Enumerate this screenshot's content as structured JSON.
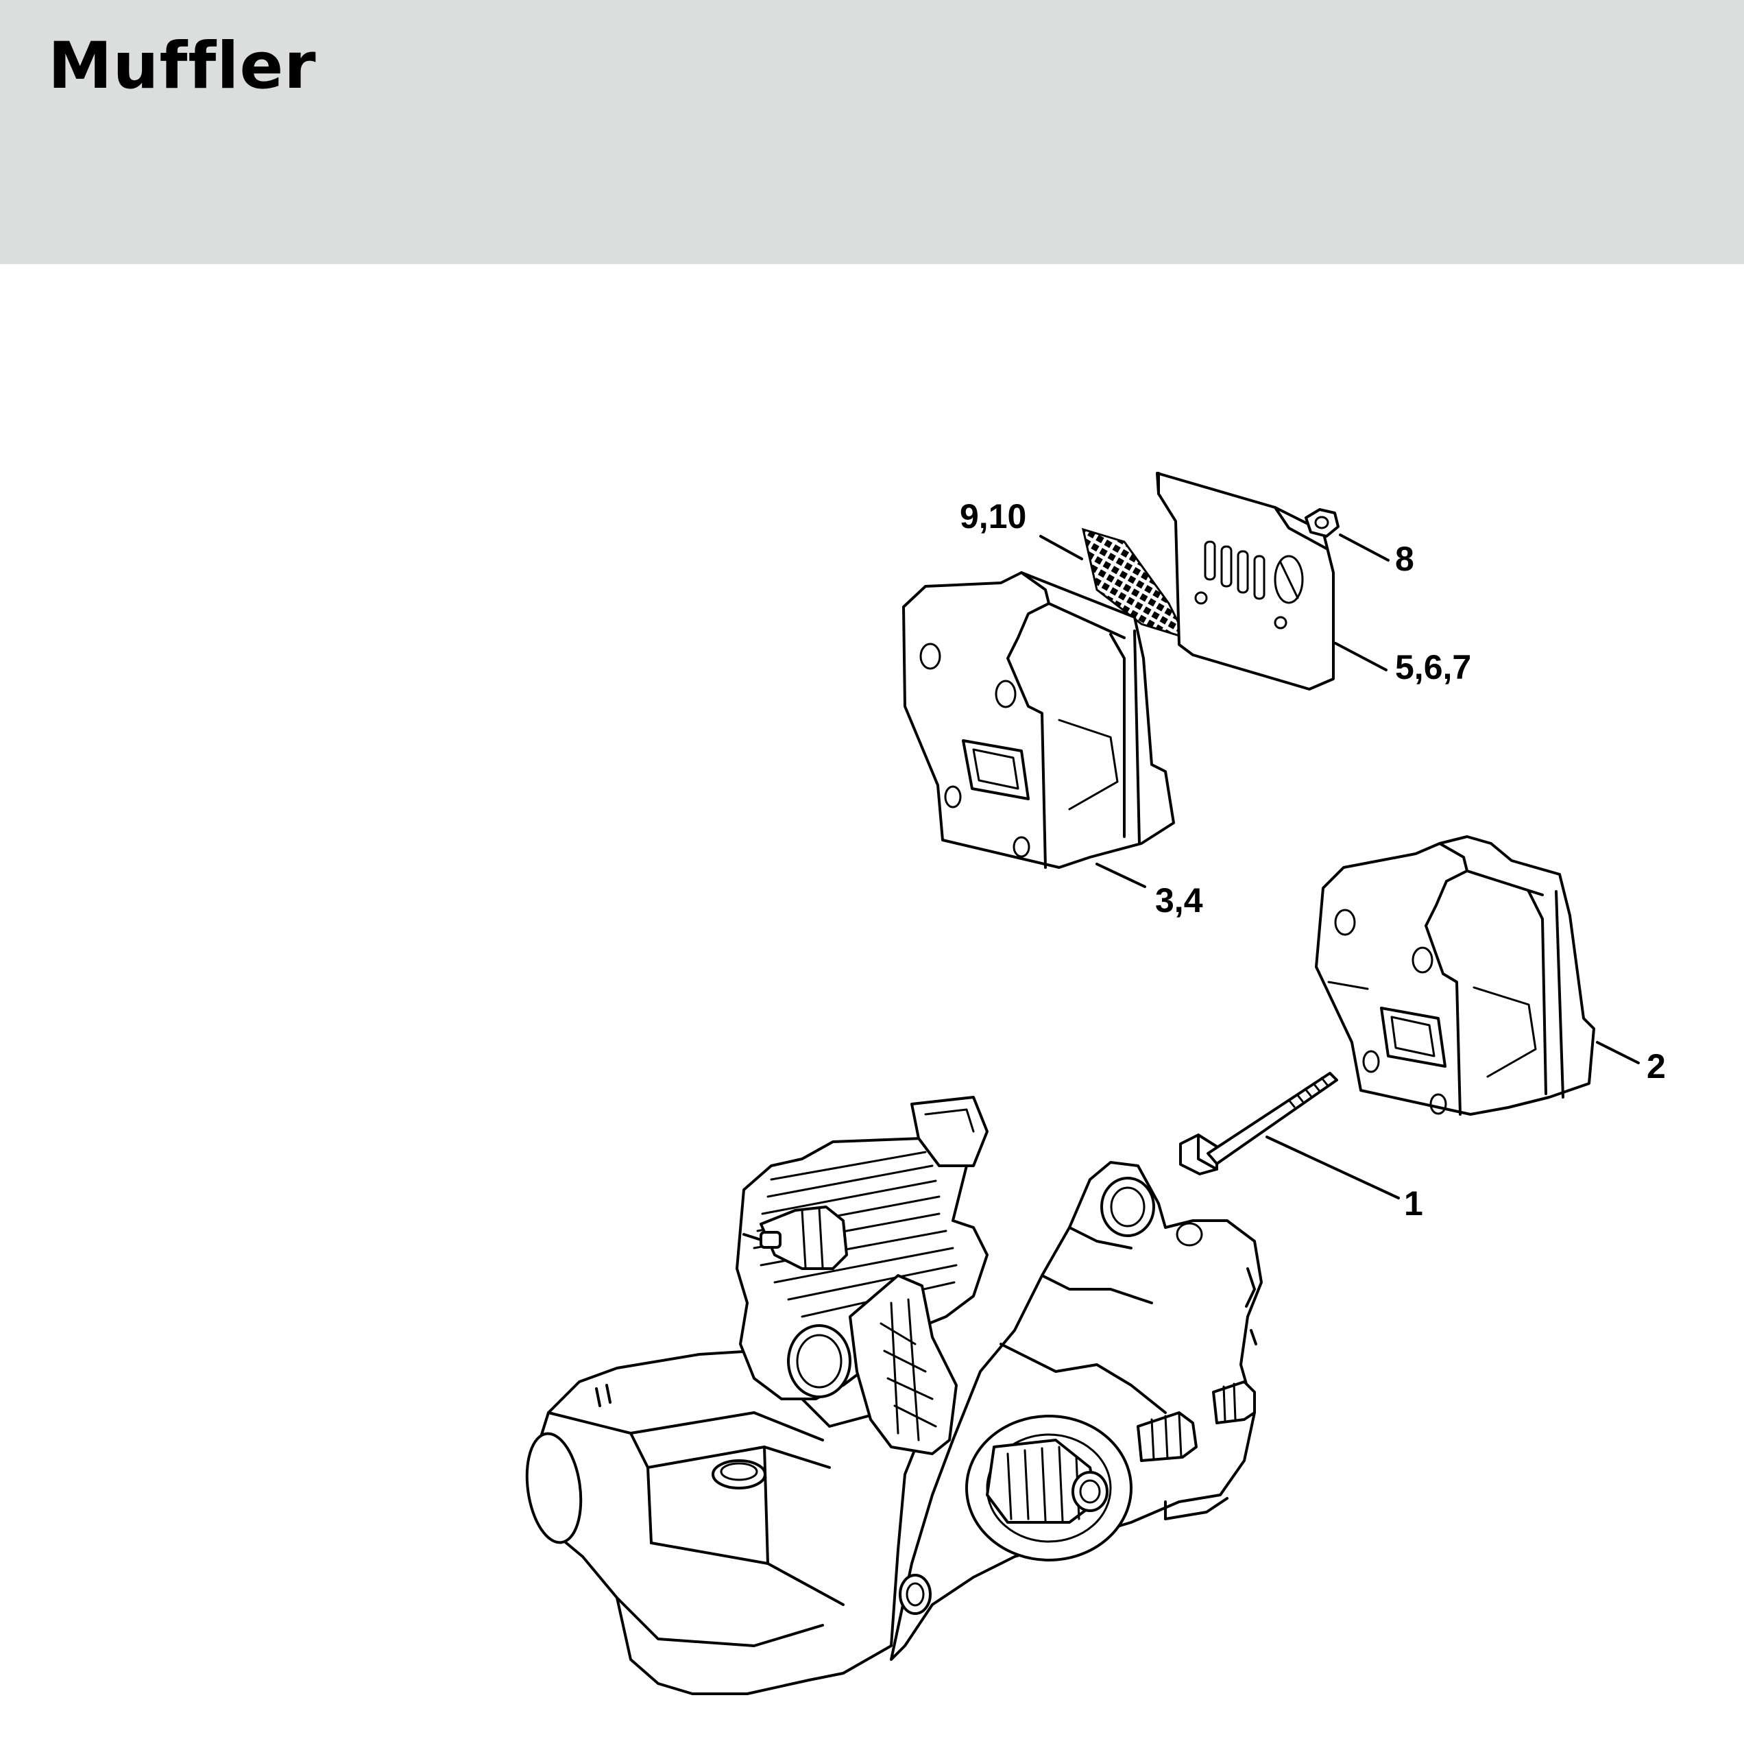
{
  "header": {
    "title": "Muffler",
    "background": "#dcdddd"
  },
  "diagram": {
    "callouts": [
      {
        "id": "1",
        "label": "1"
      },
      {
        "id": "2",
        "label": "2"
      },
      {
        "id": "3",
        "label": "3,4"
      },
      {
        "id": "5",
        "label": "5,6,7"
      },
      {
        "id": "8",
        "label": "8"
      },
      {
        "id": "9",
        "label": "9,10"
      }
    ]
  }
}
